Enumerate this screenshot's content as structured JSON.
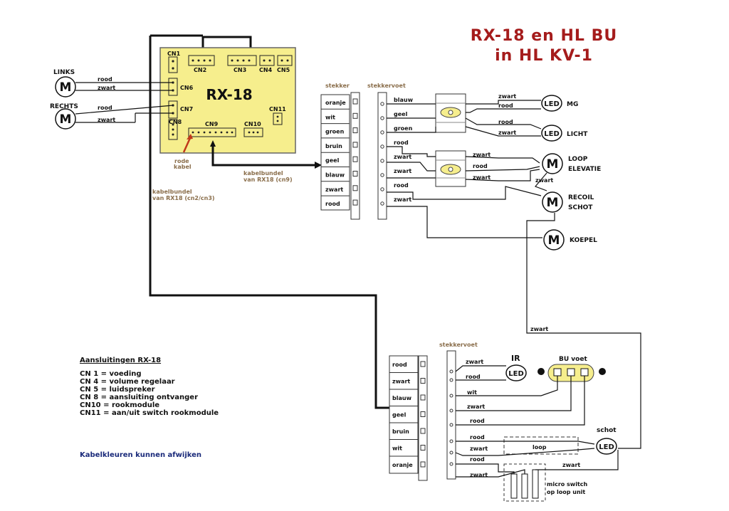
{
  "title": {
    "line1": "RX-18  en  HL  BU",
    "line2": "in HL  KV-1"
  },
  "board": {
    "name": "RX-18",
    "connectors": [
      "CN1",
      "CN2",
      "CN3",
      "CN4",
      "CN5",
      "CN6",
      "CN7",
      "CN8",
      "CN9",
      "CN10",
      "CN11"
    ],
    "red_wire_label": [
      "rode",
      "kabel"
    ]
  },
  "motors_left": [
    {
      "label": "LINKS",
      "wires": [
        "rood",
        "zwart"
      ]
    },
    {
      "label": "RECHTS",
      "wires": [
        "rood",
        "zwart"
      ]
    }
  ],
  "cable_labels": {
    "cn9": [
      "kabelbundel",
      "van RX18 (cn9)"
    ],
    "cn2": [
      "kabelbundel",
      "van RX18 (cn2/cn3)"
    ]
  },
  "top_plug": {
    "stekker_title": "stekker",
    "voet_title": "stekkervoet",
    "colors": [
      "oranje",
      "wit",
      "groen",
      "bruin",
      "geel",
      "blauw",
      "zwart",
      "rood"
    ],
    "voet_wires": [
      "blauw",
      "geel",
      "groen",
      "rood",
      "zwart",
      "zwart",
      "rood",
      "zwart"
    ]
  },
  "right_components": {
    "mg": {
      "led": "LED",
      "label": "MG",
      "wires": [
        "zwart",
        "rood"
      ]
    },
    "licht": {
      "led": "LED",
      "label": "LICHT",
      "wires": [
        "rood",
        "zwart"
      ]
    },
    "loop": {
      "motor": "M",
      "label": [
        "LOOP",
        "ELEVATIE"
      ],
      "wires": [
        "zwart",
        "rood",
        "zwart"
      ]
    },
    "recoil": {
      "motor": "M",
      "label": [
        "RECOIL",
        "SCHOT"
      ]
    },
    "koepel": {
      "motor": "M",
      "label": "KOEPEL"
    },
    "m_letter": "M",
    "connect_wire": "zwart"
  },
  "legend": {
    "title": "Aansluitingen RX-18",
    "items": [
      "CN  1 = voeding",
      "CN  4 = volume regelaar",
      "CN  5 = luidspreker",
      "CN  8 = aansluiting ontvanger",
      "CN10 = rookmodule",
      "CN11 = aan/uit switch rookmodule"
    ],
    "note": "Kabelkleuren kunnen afwijken"
  },
  "bottom_plug": {
    "voet_title": "stekkervoet",
    "colors": [
      "rood",
      "zwart",
      "blauw",
      "geel",
      "bruin",
      "wit",
      "oranje"
    ],
    "ir": {
      "label": "IR",
      "led": "LED",
      "wires": [
        "zwart",
        "rood"
      ]
    },
    "bu_voet": "BU voet",
    "wires": [
      "wit",
      "zwart",
      "rood",
      "rood",
      "zwart",
      "rood",
      "zwart",
      "zwart"
    ],
    "loop_label": "loop",
    "schot": {
      "label": "schot",
      "led": "LED"
    },
    "micro_switch": [
      "micro switch",
      "op loop unit"
    ]
  }
}
